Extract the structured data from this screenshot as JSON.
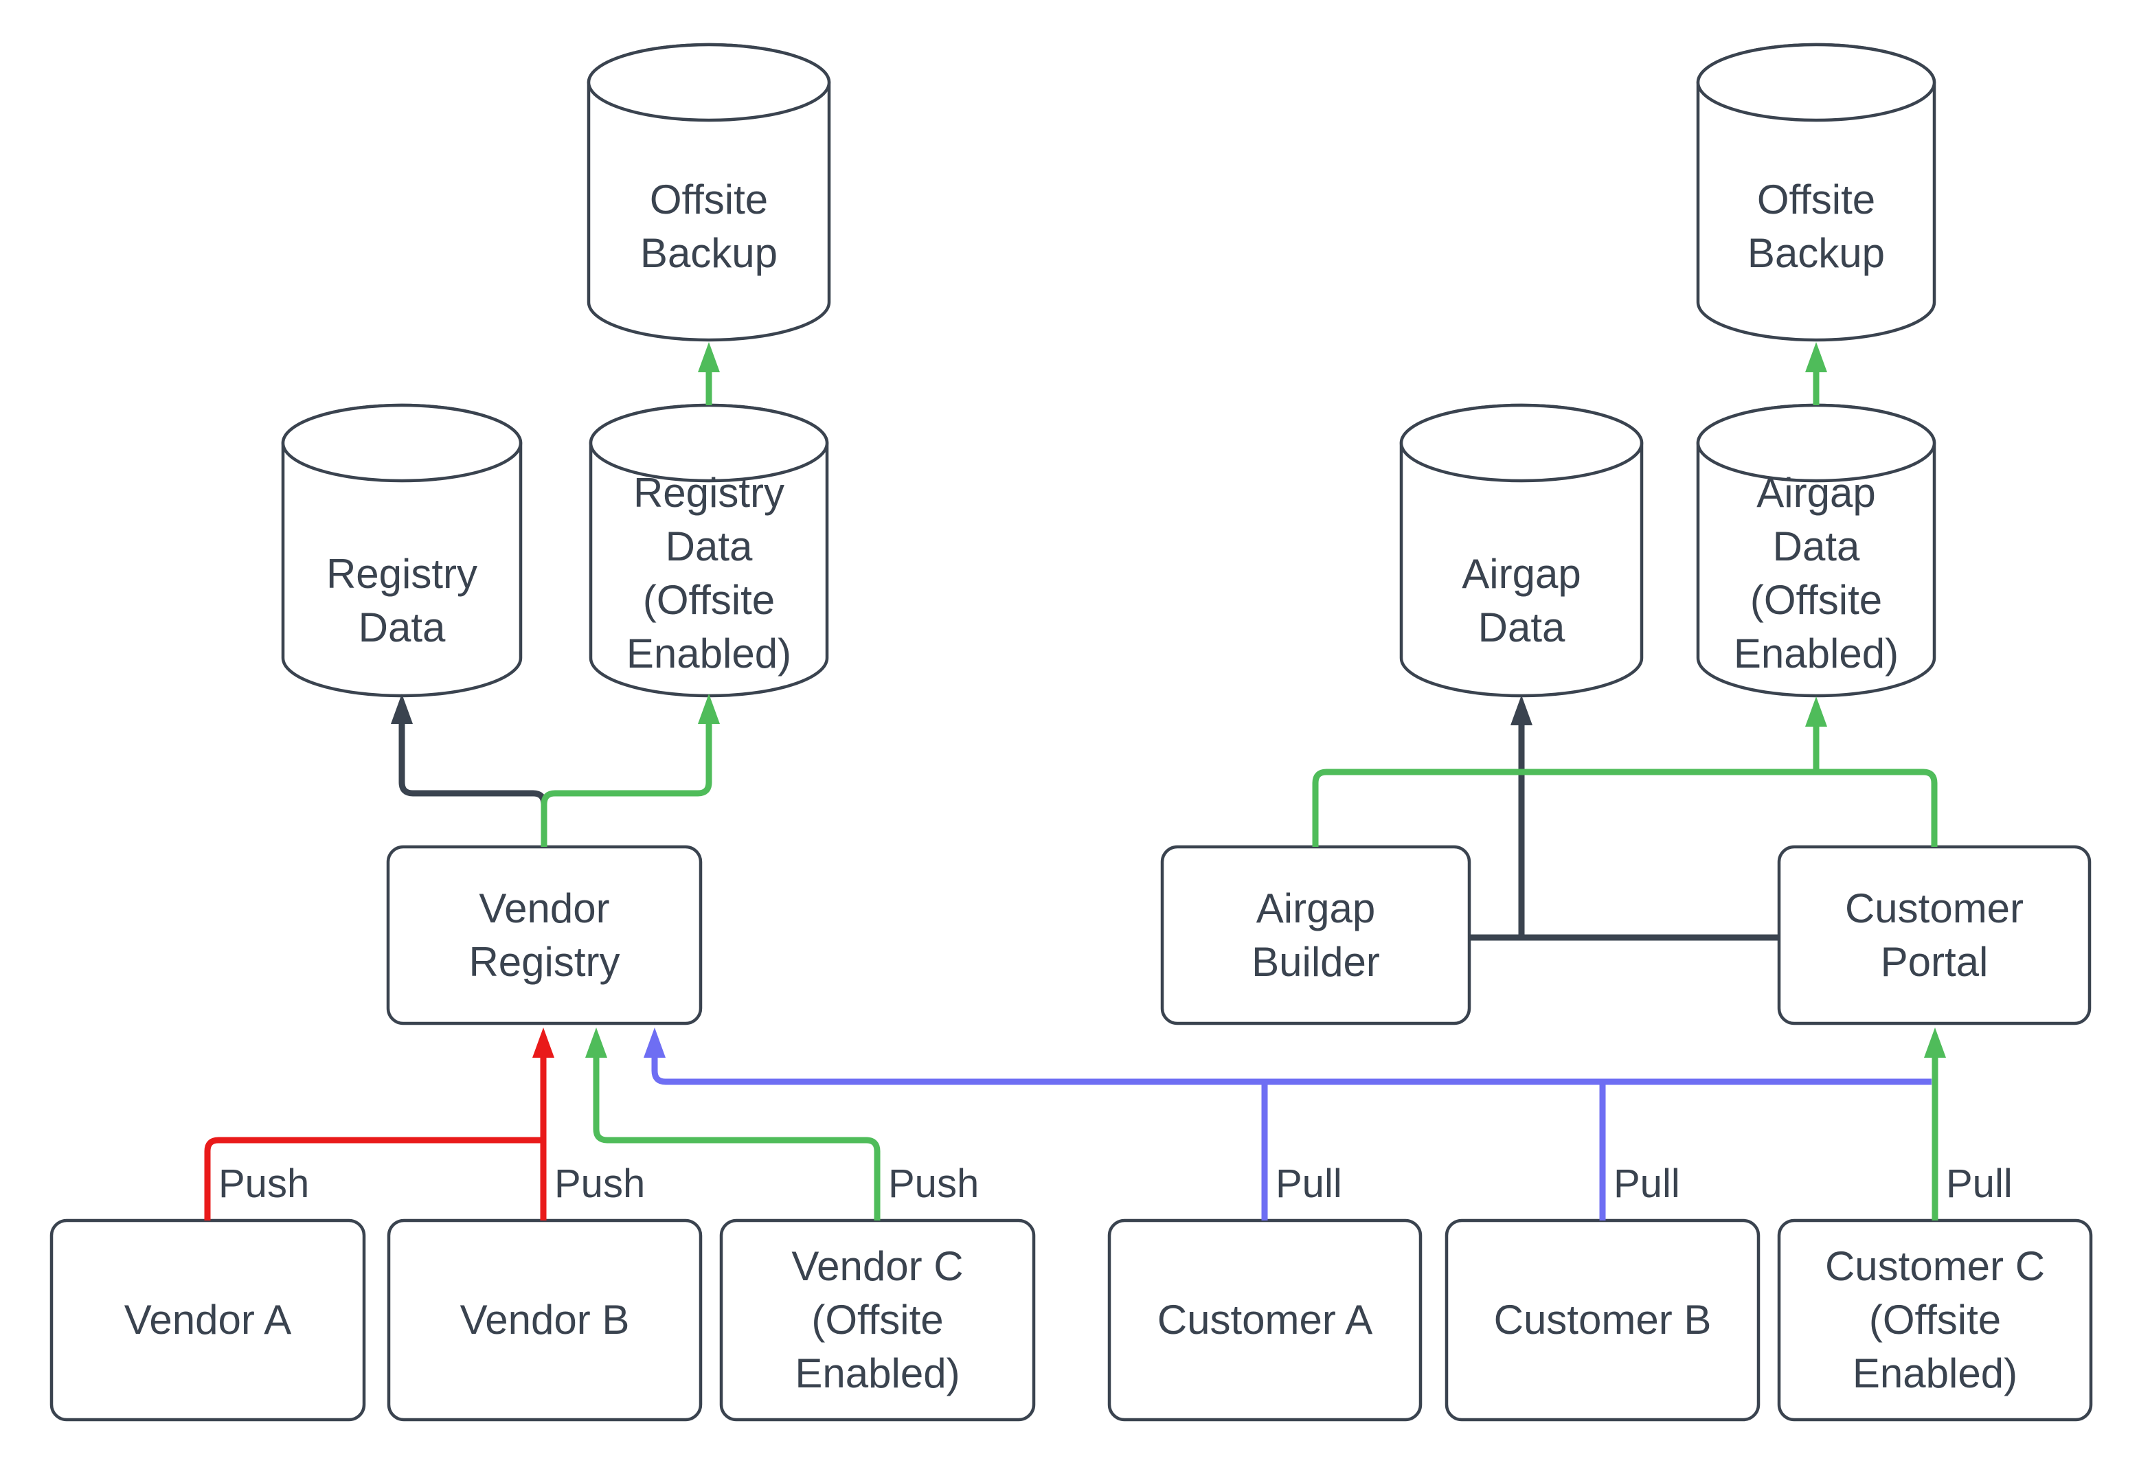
{
  "colors": {
    "dark": "#3A434F",
    "red": "#E91A1A",
    "green": "#4FBC5A",
    "blue": "#6E6EF3",
    "background": "#FFFFFF"
  },
  "nodes": {
    "offsite_backup_left": {
      "type": "cylinder",
      "label": "Offsite\nBackup"
    },
    "registry_data": {
      "type": "cylinder",
      "label": "Registry\nData"
    },
    "registry_data_offsite": {
      "type": "cylinder",
      "label": "Registry\nData\n(Offsite\nEnabled)"
    },
    "airgap_data": {
      "type": "cylinder",
      "label": "Airgap\nData"
    },
    "airgap_data_offsite": {
      "type": "cylinder",
      "label": "Airgap\nData\n(Offsite\nEnabled)"
    },
    "offsite_backup_right": {
      "type": "cylinder",
      "label": "Offsite\nBackup"
    },
    "vendor_registry": {
      "type": "box",
      "label": "Vendor\nRegistry"
    },
    "airgap_builder": {
      "type": "box",
      "label": "Airgap\nBuilder"
    },
    "customer_portal": {
      "type": "box",
      "label": "Customer\nPortal"
    },
    "vendor_a": {
      "type": "box",
      "label": "Vendor A"
    },
    "vendor_b": {
      "type": "box",
      "label": "Vendor B"
    },
    "vendor_c": {
      "type": "box",
      "label": "Vendor C\n(Offsite\nEnabled)"
    },
    "customer_a": {
      "type": "box",
      "label": "Customer A"
    },
    "customer_b": {
      "type": "box",
      "label": "Customer B"
    },
    "customer_c": {
      "type": "box",
      "label": "Customer C\n(Offsite\nEnabled)"
    }
  },
  "edges": {
    "vendor_a_to_registry": {
      "from": "Vendor A",
      "to": "Vendor Registry",
      "label": "Push",
      "color": "red"
    },
    "vendor_b_to_registry": {
      "from": "Vendor B",
      "to": "Vendor Registry",
      "label": "Push",
      "color": "red"
    },
    "vendor_c_to_registry": {
      "from": "Vendor C (Offsite Enabled)",
      "to": "Vendor Registry",
      "label": "Push",
      "color": "green"
    },
    "customer_a_to_registry": {
      "from": "Customer A",
      "to": "Vendor Registry",
      "label": "Pull",
      "color": "blue"
    },
    "customer_b_to_registry": {
      "from": "Customer B",
      "to": "Vendor Registry",
      "label": "Pull",
      "color": "blue"
    },
    "customer_c_to_portal": {
      "from": "Customer C (Offsite Enabled)",
      "to": "Customer Portal",
      "label": "Pull",
      "color": "green"
    },
    "registry_to_registry_data": {
      "from": "Vendor Registry",
      "to": "Registry Data",
      "label": "",
      "color": "dark"
    },
    "registry_to_registry_data_offsite": {
      "from": "Vendor Registry",
      "to": "Registry Data (Offsite Enabled)",
      "label": "",
      "color": "green"
    },
    "registry_data_offsite_to_backup": {
      "from": "Registry Data (Offsite Enabled)",
      "to": "Offsite Backup",
      "label": "",
      "color": "green"
    },
    "builder_to_airgap_data": {
      "from": "Airgap Builder",
      "to": "Airgap Data",
      "label": "",
      "color": "dark"
    },
    "portal_to_airgap_data": {
      "from": "Customer Portal",
      "to": "Airgap Data",
      "label": "",
      "color": "dark"
    },
    "builder_to_airgap_data_offsite": {
      "from": "Airgap Builder",
      "to": "Airgap Data (Offsite Enabled)",
      "label": "",
      "color": "green"
    },
    "portal_to_airgap_data_offsite": {
      "from": "Customer Portal",
      "to": "Airgap Data (Offsite Enabled)",
      "label": "",
      "color": "green"
    },
    "airgap_data_offsite_to_backup": {
      "from": "Airgap Data (Offsite Enabled)",
      "to": "Offsite Backup",
      "label": "",
      "color": "green"
    }
  }
}
